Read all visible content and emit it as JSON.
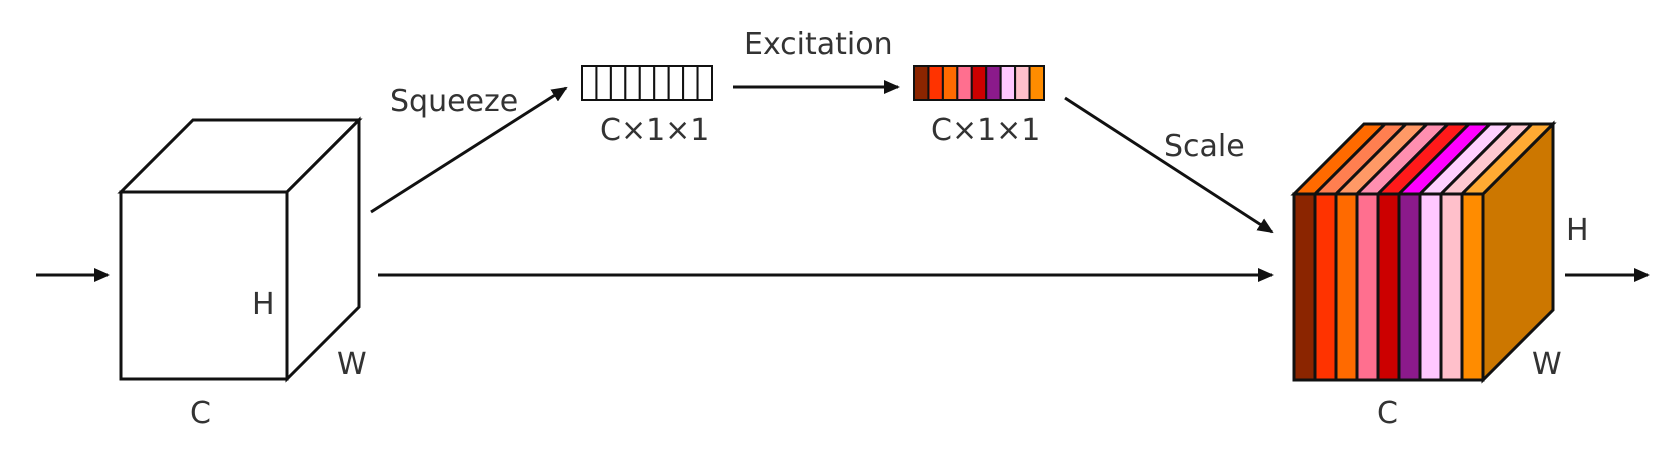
{
  "labels": {
    "squeeze": "Squeeze",
    "excitation": "Excitation",
    "scale": "Scale",
    "vec1_dims": "C×1×1",
    "vec2_dims": "C×1×1",
    "input_h": "H",
    "input_w": "W",
    "input_c": "C",
    "output_h": "H",
    "output_w": "W",
    "output_c": "C"
  },
  "colors": {
    "line": "#111111",
    "text": "#333333",
    "output_side": "#cc7700",
    "output_top_base": "#f0a050"
  },
  "squeeze_vector": {
    "cells": 9,
    "fill": "#ffffff"
  },
  "excitation_vector": {
    "cell_colors": [
      "#8b2500",
      "#ff3300",
      "#ff6a00",
      "#ff6f8f",
      "#cc0000",
      "#8b1a8b",
      "#ffc8ff",
      "#ffc0cb",
      "#ff8c00"
    ]
  },
  "output_slices": {
    "front_colors": [
      "#8b2500",
      "#ff3300",
      "#ff6a00",
      "#ff6f8f",
      "#cc0000",
      "#8b1a8b",
      "#ffc8ff",
      "#ffc0cb",
      "#ff8c00"
    ],
    "top_colors": [
      "#ff6a00",
      "#ff7f50",
      "#ff9966",
      "#ff8fb0",
      "#ff1a1a",
      "#ff00ff",
      "#ffd0ff",
      "#ffc8d0",
      "#ffaa33"
    ]
  }
}
